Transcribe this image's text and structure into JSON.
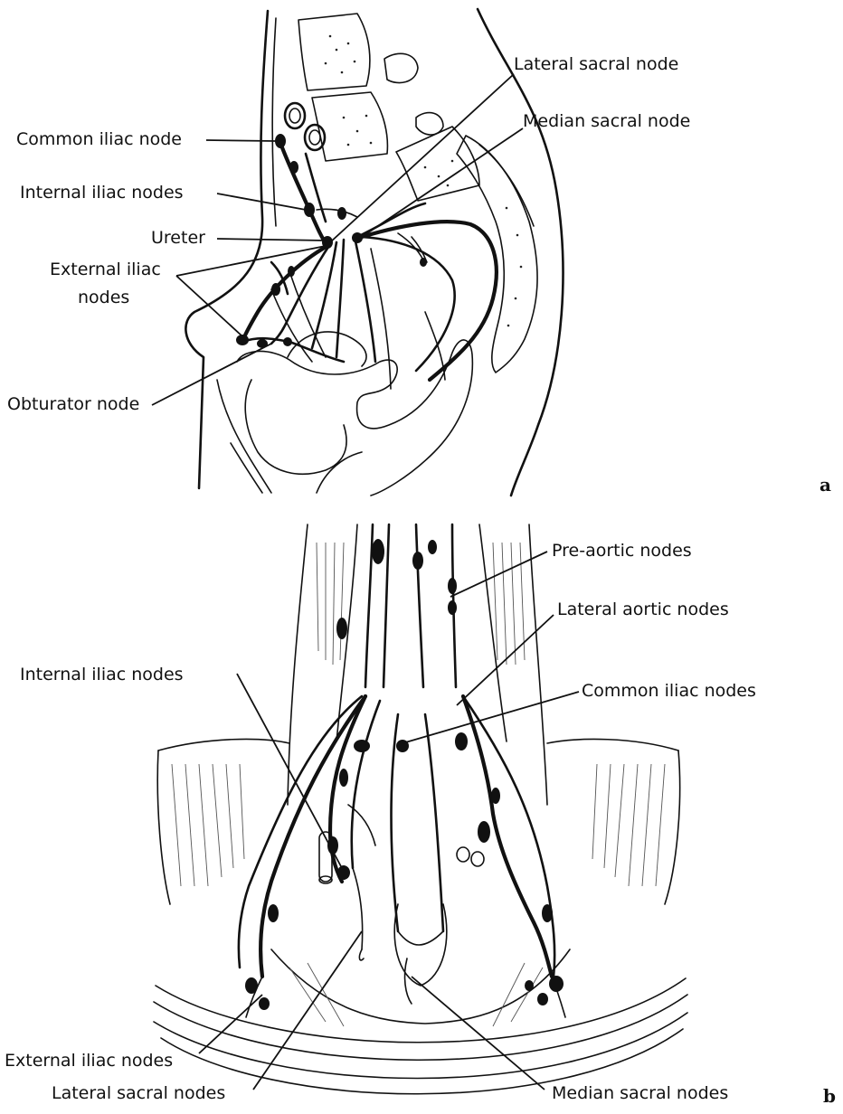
{
  "panel_a": {
    "panel_label": "a",
    "labels": {
      "lateral_sacral_node": "Lateral sacral node",
      "median_sacral_node": "Median sacral node",
      "common_iliac_node": "Common iliac node",
      "internal_iliac_nodes": "Internal iliac nodes",
      "ureter": "Ureter",
      "external_iliac_nodes_line1": "External iliac",
      "external_iliac_nodes_line2": "nodes",
      "obturator_node": "Obturator node"
    }
  },
  "panel_b": {
    "panel_label": "b",
    "labels": {
      "pre_aortic_nodes": "Pre-aortic nodes",
      "lateral_aortic_nodes": "Lateral aortic nodes",
      "internal_iliac_nodes": "Internal iliac nodes",
      "common_iliac_nodes": "Common iliac nodes",
      "external_iliac_nodes": "External iliac nodes",
      "lateral_sacral_nodes": "Lateral sacral nodes",
      "median_sacral_nodes": "Median sacral nodes"
    }
  }
}
